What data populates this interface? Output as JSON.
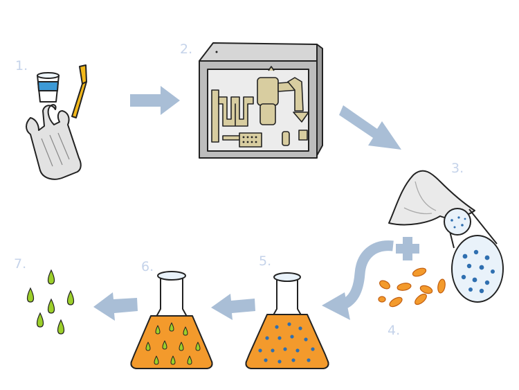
{
  "steps": [
    {
      "number": "1.",
      "subject": "plastic waste: cup, straw, plastic bag"
    },
    {
      "number": "2.",
      "subject": "processing machine"
    },
    {
      "number": "3.",
      "subject": "white powder pile with magnified particles"
    },
    {
      "number": "4.",
      "subject": "orange microbes"
    },
    {
      "number": "5.",
      "subject": "flask with orange culture and blue particles"
    },
    {
      "number": "6.",
      "subject": "flask with orange culture and green droplets"
    },
    {
      "number": "7.",
      "subject": "green droplets"
    }
  ],
  "colors": {
    "arrow": "#a9bed6",
    "label": "#c5d3ea",
    "culture_orange": "#f39a2c",
    "droplet_green": "#9ccf2a",
    "particle_blue": "#2f6fb0",
    "machine_gray": "#bdbdbd",
    "pipe_beige": "#d8cda0",
    "cup_blue": "#3d9ad6",
    "straw_yellow": "#f2b81a"
  },
  "icons": [
    "cup-icon",
    "straw-icon",
    "plastic-bag-icon",
    "machine-icon",
    "powder-pile-icon",
    "magnifier-icon",
    "plus-icon",
    "microbe-icon",
    "flask-icon",
    "droplet-icon",
    "arrow-icon"
  ]
}
